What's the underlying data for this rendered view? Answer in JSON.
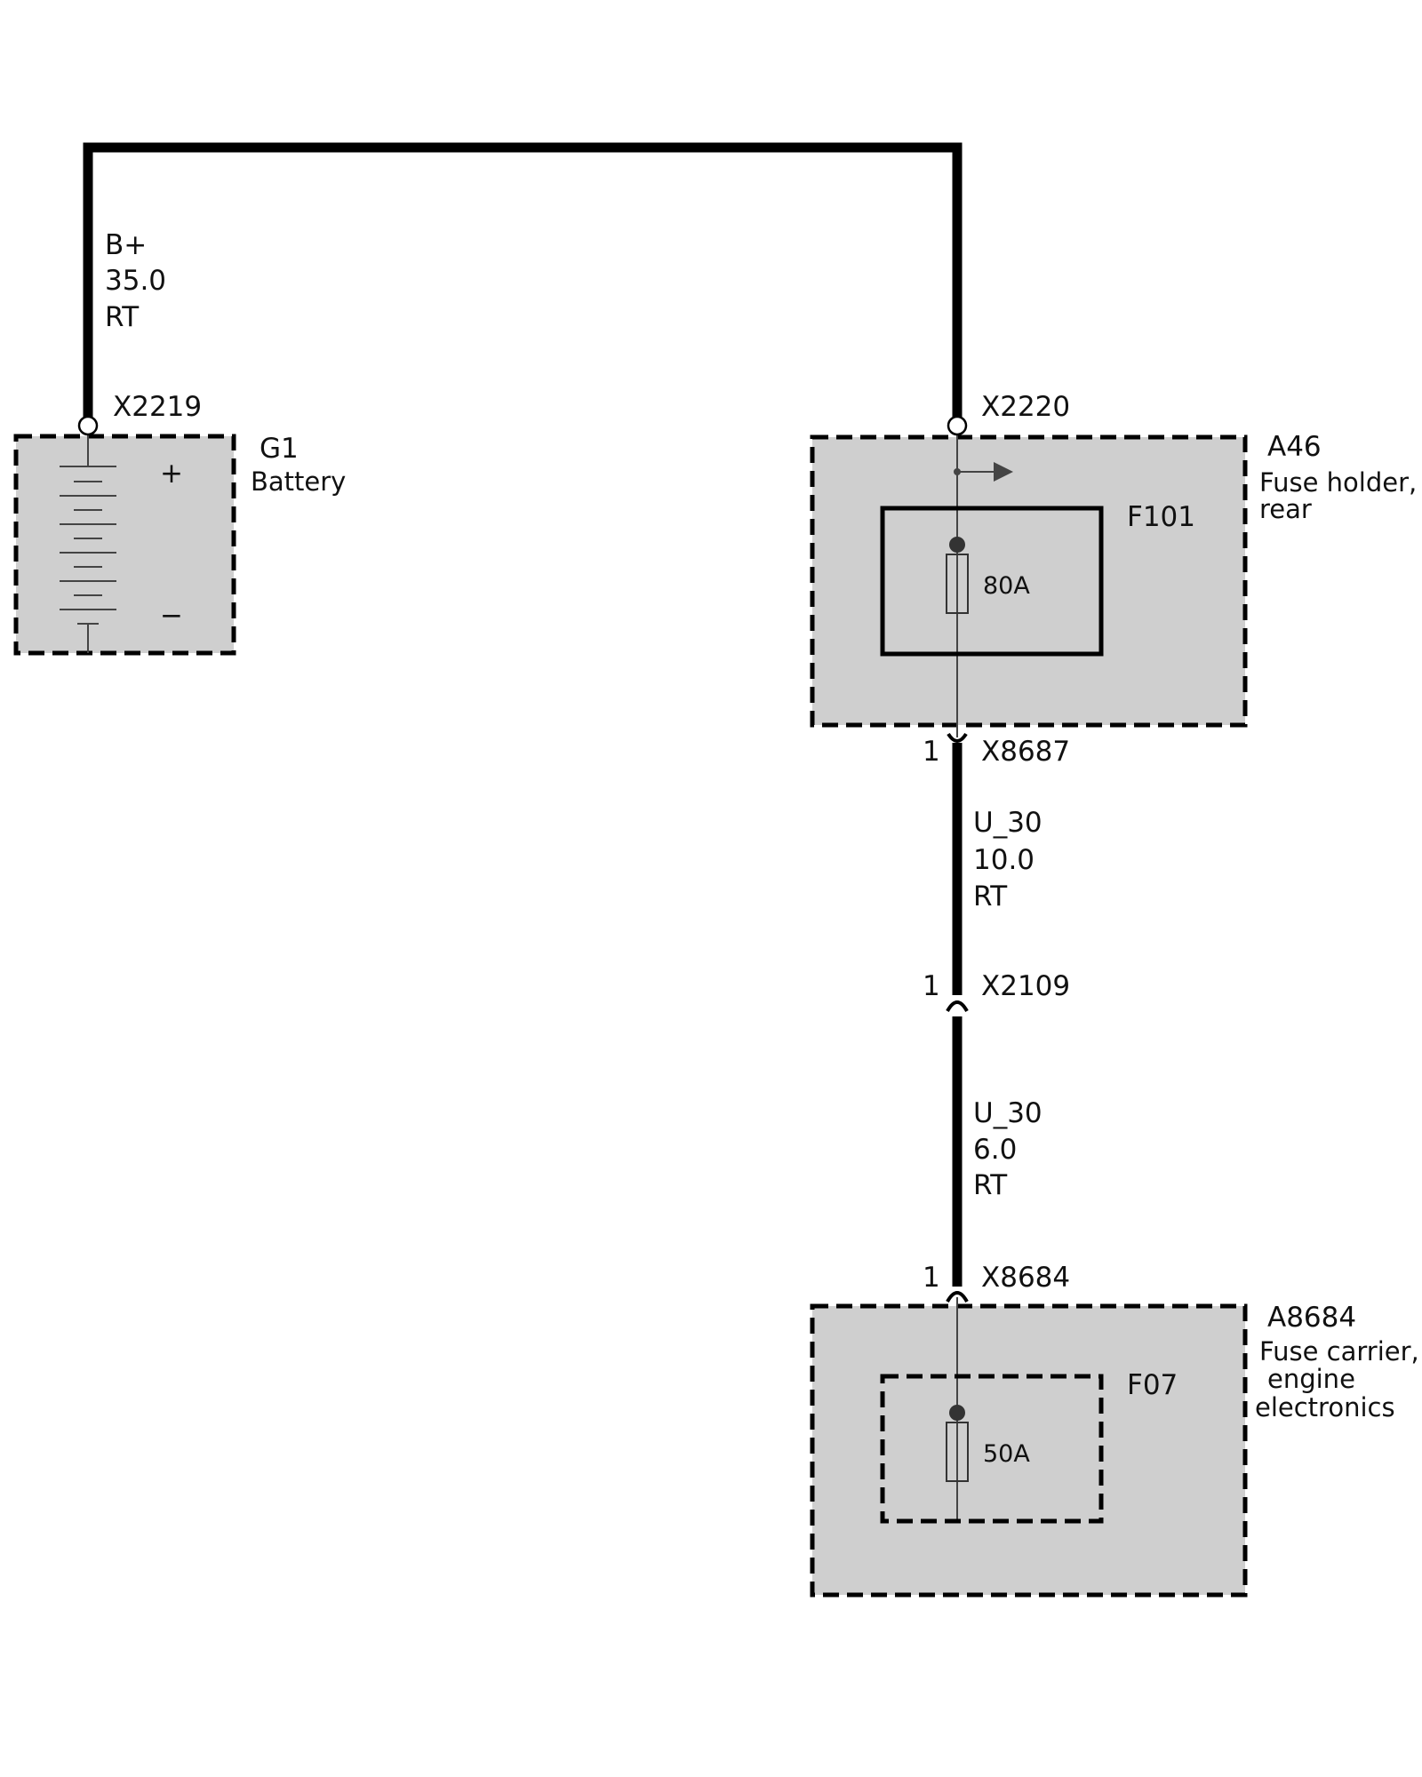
{
  "colors": {
    "wire": "#000000",
    "component_fill": "#cfcfcf",
    "thin_line": "#444444",
    "fuse_outline": "#333333"
  },
  "wires": {
    "main": {
      "name": "B+",
      "cross_section": "35.0",
      "color_code": "RT"
    },
    "mid": {
      "name": "U_30",
      "cross_section": "10.0",
      "color_code": "RT"
    },
    "lower": {
      "name": "U_30",
      "cross_section": "6.0",
      "color_code": "RT"
    }
  },
  "battery": {
    "id": "G1",
    "label": "Battery",
    "connector": "X2219",
    "plus_symbol": "+",
    "minus_symbol": "−"
  },
  "fuse_holder": {
    "id": "A46",
    "label_line1": "Fuse holder,",
    "label_line2": "rear",
    "input_connector": "X2220",
    "output_connector": "X8687",
    "output_pin": "1",
    "fuse_id": "F101",
    "fuse_rating": "80A"
  },
  "inline_connector": {
    "connector": "X2109",
    "pin": "1"
  },
  "fuse_carrier": {
    "id": "A8684",
    "label_line1": "Fuse carrier,",
    "label_line2": "engine",
    "label_line3": "electronics",
    "input_connector": "X8684",
    "input_pin": "1",
    "fuse_id": "F07",
    "fuse_rating": "50A"
  }
}
